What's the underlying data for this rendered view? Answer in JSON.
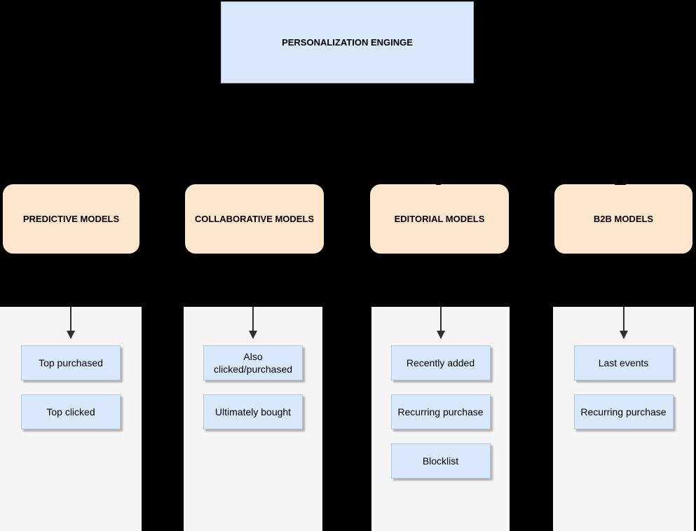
{
  "title": {
    "label": "PERSONALIZATION ENGINGE"
  },
  "colors": {
    "background": "#000000",
    "root_fill": "#dae8fc",
    "category_fill": "#ffe6cc",
    "panel_bg": "#f5f5f5",
    "item_fill": "#dae8fc",
    "item_border": "#b4c4da",
    "arrow": "#2e2e2e",
    "text": "#000000"
  },
  "sections": [
    {
      "title": "PREDICTIVE MODELS",
      "items": [
        "Top purchased",
        "Top clicked"
      ]
    },
    {
      "title": "COLLABORATIVE MODELS",
      "items": [
        "Also\nclicked/purchased",
        "Ultimately bought"
      ]
    },
    {
      "title": "EDITORIAL MODELS",
      "items": [
        "Recently added",
        "Recurring purchase",
        "Blocklist"
      ]
    },
    {
      "title": "B2B MODELS",
      "items": [
        "Last events",
        "Recurring purchase"
      ]
    }
  ]
}
